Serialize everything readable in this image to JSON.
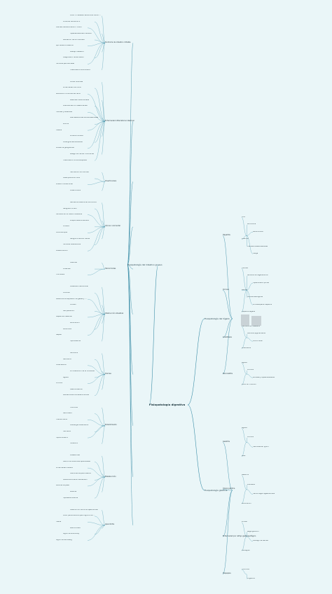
{
  "map": {
    "root": "Fisiopatología digestiva",
    "colors": {
      "background": "#eaf6f8",
      "line": "#3d8fa8",
      "text": "#2a3a40"
    },
    "branches": [
      {
        "label": "Fisiopatología del Intestino grueso",
        "groups": [
          {
            "label": "Síndrome de intestino irritable",
            "items": [
              "Dolor o malestar abdominal recurrente con al menos 3 días/mes",
              "Criterios de Roma IV",
              "Diarrea, estreñimiento o mixto",
              "Hipersensibilidad visceral",
              "Alteración de la motilidad",
              "Eje cerebro-intestino",
              "Manejo dietético",
              "Diagnóstico de exclusión",
              "Factores psicosociales",
              "Tratamiento sintomático"
            ]
          },
          {
            "label": "Enfermedad inflamatoria intestinal",
            "items": [
              "Colitis ulcerosa",
              "Enfermedad de Crohn",
              "Afectación continua del recto",
              "Lesiones transmurales",
              "Granulomas no caseificantes",
              "Fístulas y estenosis",
              "Manifestaciones extraintestinales",
              "Artritis",
              "Uveítis",
              "Eritema nodoso",
              "Colangitis esclerosante",
              "Pioderma gangrenoso",
              "Riesgo de cáncer colorrectal",
              "Tratamiento inmunosupresor"
            ]
          },
          {
            "label": "Diverticulosis",
            "items": [
              "Herniación de mucosa",
              "Dieta pobre en fibra",
              "Presión intraluminal",
              "Diverticulitis"
            ]
          },
          {
            "label": "Cáncer colorrectal",
            "items": [
              "Secuencia adenoma-carcinoma",
              "Sangrado oculto",
              "Cambios en el hábito intestinal",
              "Pólipos adenomatosos",
              "Cribado",
              "Colonoscopia",
              "Sangre oculta en heces",
              "Factores hereditarios",
              "Estadificación"
            ]
          },
          {
            "label": "Hemorroides",
            "items": [
              "Internas",
              "Externas",
              "Trombosis"
            ]
          },
          {
            "label": "Obstrucción intestinal",
            "items": [
              "Distensión abdominal",
              "Vómitos",
              "Ausencia de expulsión de gases y heces",
              "Vólvulo",
              "Íleo paralítico",
              "Isquemia intestinal",
              "Perforación",
              "Peritonitis",
              "Sepsis",
              "Hipovolemia"
            ]
          },
          {
            "label": "Diarrea",
            "items": [
              "Osmótica",
              "Secretora",
              "Inflamatoria",
              "Por alteración de la motilidad",
              "Aguda",
              "Crónica",
              "Deshidratación",
              "Alteraciones hidroelectrolíticas"
            ]
          },
          {
            "label": "Estreñimiento",
            "items": [
              "Funcional",
              "Secundario",
              "Tránsito lento",
              "Disinergia defecatoria",
              "Fármacos",
              "Hipotiroidismo",
              "Fecaloma"
            ]
          },
          {
            "label": "Malabsorción",
            "items": [
              "Esteatorrea",
              "Déficit de vitaminas liposolubles",
              "Enfermedad celíaca",
              "Insuficiencia pancreática",
              "Sobrecrecimiento bacteriano",
              "Pérdida de peso",
              "Anemia",
              "Hipoalbuminemia"
            ]
          },
          {
            "label": "Apendicitis",
            "items": [
              "Obstrucción de la luz apendicular",
              "Dolor periumbilical que migra a fosa ilíaca derecha",
              "Fiebre",
              "Leucocitosis",
              "Signo de McBurney",
              "Signo de Blumberg"
            ]
          }
        ]
      },
      {
        "label": "Fisiopatología del hígado",
        "groups": [
          {
            "label": "Hepatitis",
            "items": [
              "Viral",
              "Alcohólica",
              "Autoinmune",
              "Ictericia",
              "Transaminasas elevadas",
              "Fatiga"
            ]
          },
          {
            "label": "Cirrosis",
            "items": [
              "Fibrosis",
              "Nódulos de regeneración",
              "Hipertensión portal",
              "Ascitis",
              "Varices esofágicas",
              "Encefalopatía hepática",
              "Esplenomegalia"
            ]
          },
          {
            "label": "Colelitiasis",
            "items": [
              "Cálculos de colesterol",
              "Cálculos pigmentados",
              "Cólico biliar",
              "Colecistitis"
            ]
          },
          {
            "label": "Pancreatitis",
            "items": [
              "Aguda",
              "Crónica",
              "Amilasa y lipasa elevadas",
              "Dolor en cinturón"
            ]
          }
        ]
      },
      {
        "label": "Fisiopatología gástrica",
        "groups": [
          {
            "label": "Gastritis",
            "items": [
              "Aguda",
              "Crónica",
              "Helicobacter pylori",
              "AINE"
            ]
          },
          {
            "label": "Úlcera péptica",
            "items": [
              "Gástrica",
              "Duodenal",
              "Hemorragia digestiva alta",
              "Perforación"
            ]
          },
          {
            "label": "Enfermedad por reflujo gastroesofágico",
            "items": [
              "Pirosis",
              "Regurgitación",
              "Esófago de Barrett",
              "Esofagitis"
            ]
          },
          {
            "label": "Dispepsia",
            "items": [
              "Funcional",
              "Orgánica"
            ]
          }
        ]
      }
    ]
  }
}
